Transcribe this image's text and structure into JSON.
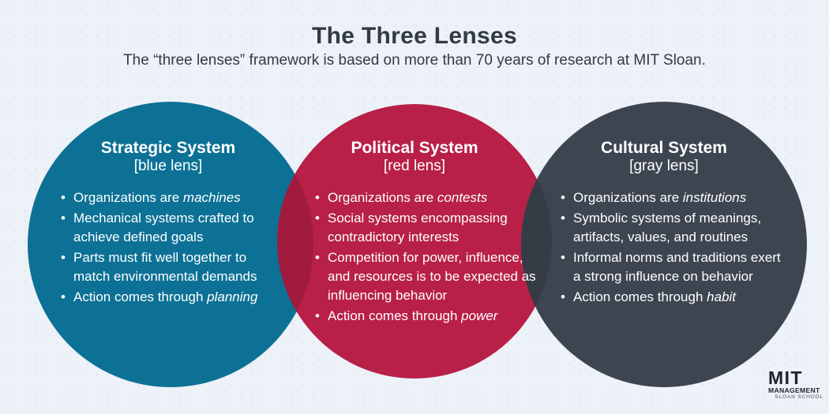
{
  "page": {
    "title": "The Three Lenses",
    "subtitle": "The “three lenses” framework is based on more than 70 years of research at MIT Sloan."
  },
  "colors": {
    "blue": "#0D7196",
    "red": "#B82048",
    "gray": "#3D4551",
    "background": "#EDF1F8",
    "heading_text": "#323A46",
    "circle_text": "#FFFFFF",
    "logo_navy": "#1B212E"
  },
  "circles": [
    {
      "id": "strategic",
      "title": "Strategic System",
      "lens_label": "[blue lens]",
      "color": "#0D7196",
      "bullets": [
        [
          {
            "t": "Organizations are "
          },
          {
            "t": "machines",
            "i": true
          }
        ],
        [
          {
            "t": "Mechanical systems crafted to achieve defined goals"
          }
        ],
        [
          {
            "t": "Parts must fit well together to match environmental demands"
          }
        ],
        [
          {
            "t": "Action comes through "
          },
          {
            "t": "planning",
            "i": true
          }
        ]
      ]
    },
    {
      "id": "political",
      "title": "Political System",
      "lens_label": "[red lens]",
      "color": "#B82048",
      "bullets": [
        [
          {
            "t": "Organizations are "
          },
          {
            "t": "contests",
            "i": true
          }
        ],
        [
          {
            "t": "Social systems encompassing contradictory interests"
          }
        ],
        [
          {
            "t": "Competition for power, influence, and resources is to be expected as influencing behavior"
          }
        ],
        [
          {
            "t": "Action comes through "
          },
          {
            "t": "power",
            "i": true
          }
        ]
      ]
    },
    {
      "id": "cultural",
      "title": "Cultural System",
      "lens_label": "[gray lens]",
      "color": "#3D4551",
      "bullets": [
        [
          {
            "t": "Organizations are "
          },
          {
            "t": "institutions",
            "i": true
          }
        ],
        [
          {
            "t": "Symbolic systems of meanings, artifacts, values, and routines"
          }
        ],
        [
          {
            "t": "Informal norms and traditions exert a strong influence on behavior"
          }
        ],
        [
          {
            "t": "Action comes through "
          },
          {
            "t": "habit",
            "i": true
          }
        ]
      ]
    }
  ],
  "logo": {
    "line1": "MIT",
    "line2": "MANAGEMENT",
    "line3": "SLOAN SCHOOL"
  }
}
